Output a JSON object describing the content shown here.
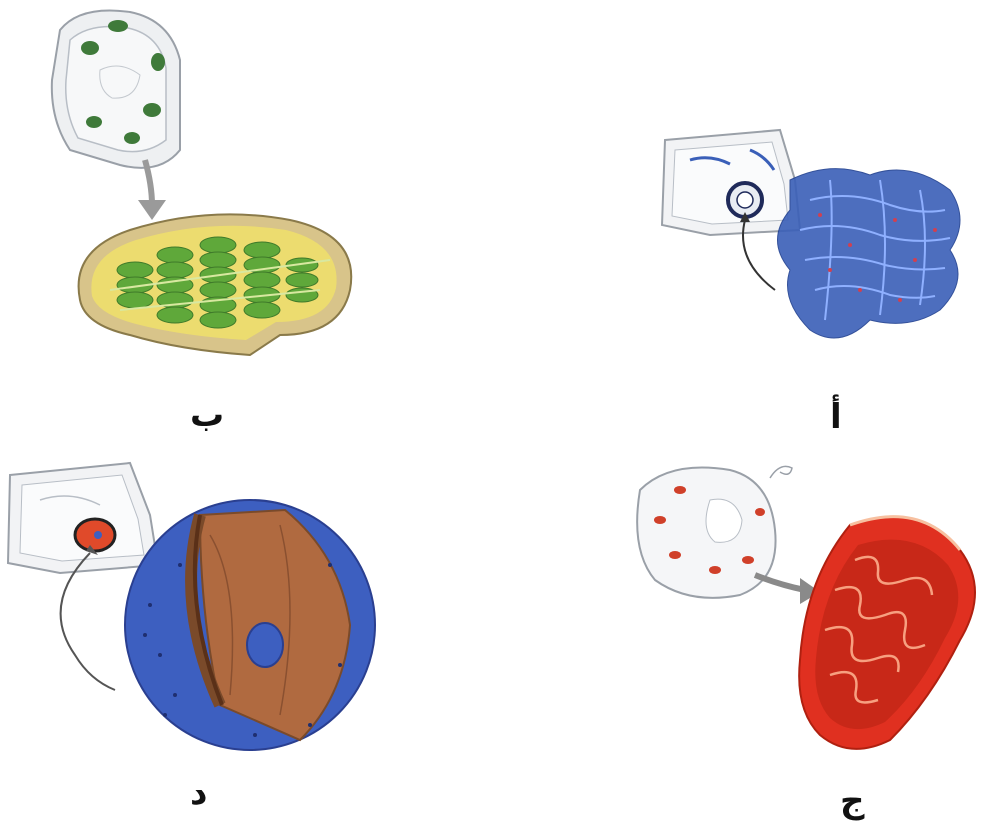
{
  "labels": {
    "a": "أ",
    "b": "ب",
    "c": "ج",
    "d": "د"
  },
  "colors": {
    "chloroplast_green": "#5fa83a",
    "chloroplast_yellow": "#f0e06a",
    "er_blue": "#3a5fb8",
    "mitochondrion_red": "#e03020",
    "nucleus_blue": "#3d5fc0",
    "nucleus_brown": "#b06a40"
  },
  "icons": {
    "a": "endoplasmic-reticulum-icon",
    "b": "chloroplast-icon",
    "c": "mitochondrion-icon",
    "d": "nucleus-icon"
  }
}
